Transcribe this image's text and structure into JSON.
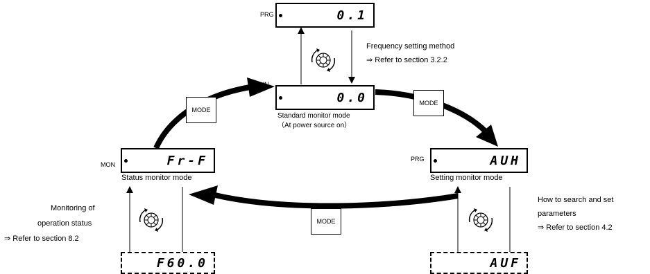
{
  "displays": {
    "top": {
      "indicator": "PRG",
      "value": "0.1"
    },
    "center": {
      "indicator": "RUN",
      "value": "0.0",
      "caption_line1": "Standard monitor mode",
      "caption_line2": "（At power source on）"
    },
    "left": {
      "indicator": "MON",
      "value": "Fr-F",
      "caption": "Status monitor mode"
    },
    "right": {
      "indicator": "PRG",
      "value": "AUH",
      "caption": "Setting monitor mode"
    },
    "bottom_left": {
      "value": "F60.0"
    },
    "bottom_right": {
      "value": "AUF"
    }
  },
  "mode_buttons": {
    "label": "MODE"
  },
  "notes": {
    "frequency": {
      "line1": "Frequency setting method",
      "line2": "⇒ Refer to section 3.2.2"
    },
    "monitoring": {
      "line1": "Monitoring of",
      "line2": "operation status",
      "line3": "⇒ Refer to section 8.2"
    },
    "search": {
      "line1": "How to search and set",
      "line2": "parameters",
      "line3": "⇒ Refer to section 4.2"
    }
  }
}
